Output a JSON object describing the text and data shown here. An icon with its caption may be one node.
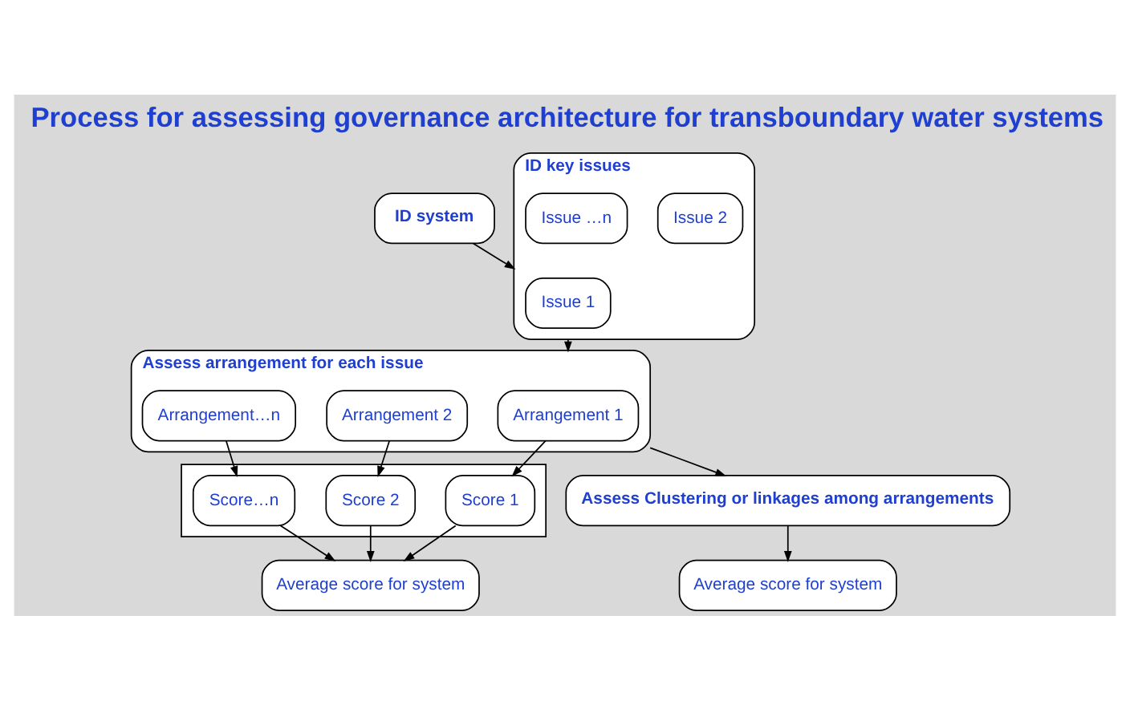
{
  "diagram": {
    "title": "Process for assessing governance architecture for transboundary water systems",
    "nodes": [
      {
        "text": [
          "ID system"
        ]
      },
      {
        "text": [
          "ID key issues"
        ]
      },
      {
        "text": [
          "Issue 1"
        ],
        "in": 1
      },
      {
        "text": [
          "Issue 2"
        ],
        "in": 1
      },
      {
        "text": [
          "Issue …n"
        ],
        "in": 1
      },
      {
        "text": [
          "Assess arrangement for each issue"
        ]
      },
      {
        "text": [
          "Arrangement 1"
        ],
        "in": 5
      },
      {
        "text": [
          "Arrangement 2"
        ],
        "in": 5
      },
      {
        "text": [
          "Arrangement…n"
        ],
        "in": 5
      },
      {
        "text": [],
        "shape": "box"
      },
      {
        "text": [
          "Score 1"
        ],
        "in": 9
      },
      {
        "text": [
          "Score 2"
        ],
        "in": 9
      },
      {
        "text": [
          "Score…n"
        ],
        "in": 9
      },
      {
        "text": [
          "Average score for system"
        ]
      },
      {
        "text": [
          "Assess Clustering or linkages among arrangements"
        ]
      },
      {
        "text": [
          "Average score for system"
        ]
      }
    ],
    "edges": [
      {
        "from": 0,
        "to": 1,
        "arrow": "to"
      },
      {
        "from": 1,
        "to": 5,
        "arrow": "to"
      },
      {
        "from": 5,
        "to": 14,
        "arrow": "to"
      },
      {
        "from": 6,
        "to": 10,
        "arrow": "to"
      },
      {
        "from": 7,
        "to": 11,
        "arrow": "to"
      },
      {
        "from": 8,
        "to": 12,
        "arrow": "to"
      },
      {
        "from": 10,
        "to": 13,
        "arrow": "to"
      },
      {
        "from": 11,
        "to": 13,
        "arrow": "to"
      },
      {
        "from": 12,
        "to": 13,
        "arrow": "to"
      },
      {
        "from": 14,
        "to": 15,
        "arrow": "to"
      }
    ]
  }
}
